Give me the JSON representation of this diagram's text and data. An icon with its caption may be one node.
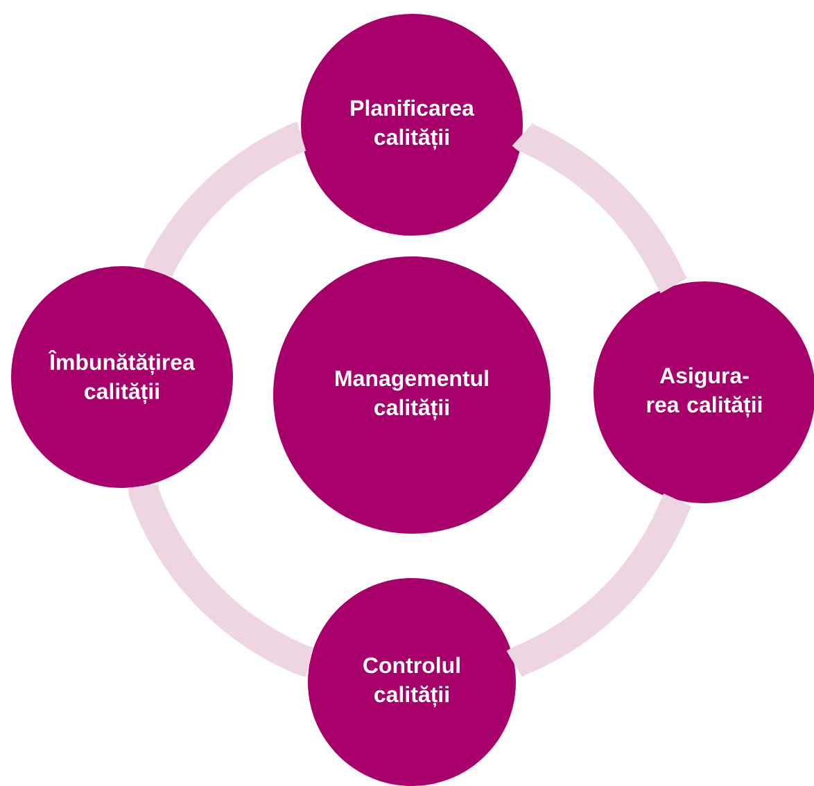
{
  "diagram": {
    "nodes": [
      {
        "text": [
          "Planificarea calității"
        ]
      },
      {
        "text": [
          "Îmbunătățirea calității"
        ]
      },
      {
        "text": [
          "Managementul calității"
        ]
      },
      {
        "text": [
          "Asigura- rea calității"
        ]
      },
      {
        "text": [
          "Controlul calității"
        ]
      }
    ],
    "edges": [
      {
        "from": 0,
        "to": 3,
        "arrow": "none"
      },
      {
        "from": 3,
        "to": 4,
        "arrow": "none"
      },
      {
        "from": 4,
        "to": 1,
        "arrow": "none"
      },
      {
        "from": 1,
        "to": 0,
        "arrow": "none"
      }
    ]
  }
}
